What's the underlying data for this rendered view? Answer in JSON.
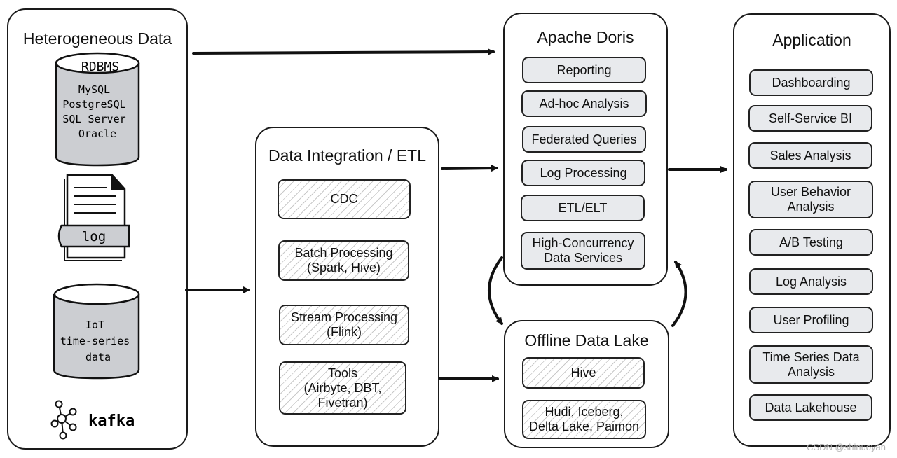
{
  "heterogeneous": {
    "title": "Heterogeneous Data",
    "rdbms": {
      "label": "RDBMS",
      "items": "MySQL\nPostgreSQL\nSQL Server\nOracle"
    },
    "log_label": "log",
    "iot": {
      "label": "IoT\ntime-series\ndata"
    },
    "kafka_label": "kafka"
  },
  "etl": {
    "title": "Data Integration / ETL",
    "items": [
      "CDC",
      "Batch Processing\n(Spark, Hive)",
      "Stream Processing\n(Flink)",
      "Tools\n(Airbyte, DBT,\nFivetran)"
    ]
  },
  "doris": {
    "title": "Apache Doris",
    "items": [
      "Reporting",
      "Ad-hoc Analysis",
      "Federated Queries",
      "Log Processing",
      "ETL/ELT",
      "High-Concurrency\nData Services"
    ]
  },
  "lake": {
    "title": "Offline Data Lake",
    "items": [
      "Hive",
      "Hudi, Iceberg,\nDelta Lake, Paimon"
    ]
  },
  "application": {
    "title": "Application",
    "items": [
      "Dashboarding",
      "Self-Service BI",
      "Sales Analysis",
      "User Behavior\nAnalysis",
      "A/B Testing",
      "Log Analysis",
      "User Profiling",
      "Time Series Data\nAnalysis",
      "Data Lakehouse"
    ]
  },
  "watermark": "CSDN @shinuoyan"
}
